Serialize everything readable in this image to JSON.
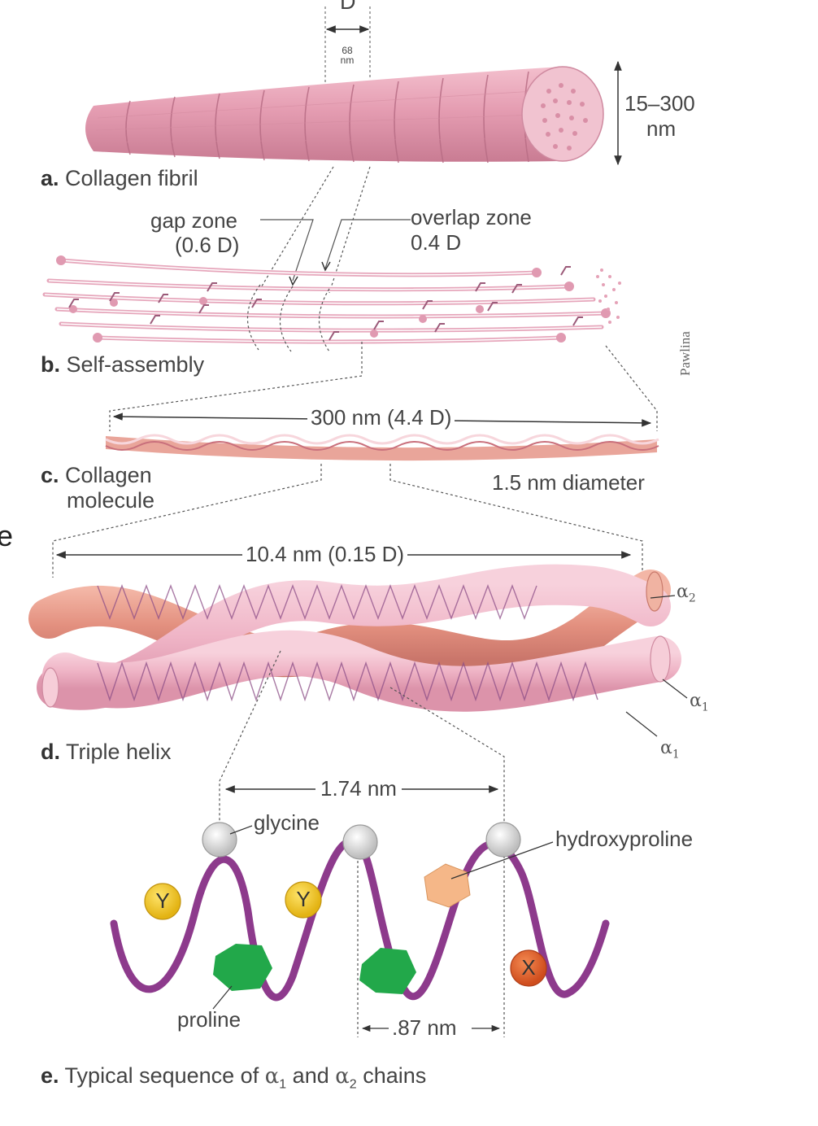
{
  "panels": {
    "a": {
      "letter": "a.",
      "title": "Collagen fibril"
    },
    "b": {
      "letter": "b.",
      "title": "Self-assembly"
    },
    "c": {
      "letter": "c.",
      "title_line1": "Collagen",
      "title_line2": "molecule"
    },
    "d": {
      "letter": "d.",
      "title": "Triple helix"
    },
    "e": {
      "letter": "e.",
      "title_pre": "Typical sequence of ",
      "alpha": "α",
      "sub1": "1",
      "and": " and ",
      "sub2": "2",
      "title_post": " chains"
    }
  },
  "labels": {
    "period": "D",
    "period_top": "68",
    "period_bottom": "nm",
    "diameter_line1": "15–300",
    "diameter_line2": "nm",
    "gap_zone_line1": "gap zone",
    "gap_zone_line2": "(0.6 D)",
    "overlap_zone_line1": "overlap zone",
    "overlap_zone_line2": "0.4 D",
    "credit": "Pawlina",
    "molecule_length": "300 nm (4.4 D)",
    "molecule_diameter": "1.5 nm diameter",
    "helix_length": "10.4 nm (0.15 D)",
    "chain_alpha": "α",
    "chain_a2": "2",
    "chain_a1": "1",
    "glycine_spacing": "1.74 nm",
    "residue_spacing": ".87 nm",
    "glycine": "glycine",
    "hydroxyproline": "hydroxyproline",
    "proline": "proline",
    "residue_y": "Y",
    "residue_x": "X",
    "edge_glyph": "e"
  },
  "colors": {
    "fibril": "#e39aaf",
    "alpha1_chain": "#f1bacb",
    "alpha2_chain": "#e79588",
    "peptide_chain": "#8d3a8c",
    "glycine": "#d9d9d9",
    "proline": "#21a94a",
    "hydroxyproline": "#f3b281",
    "residue_y": "#f2cc2c",
    "residue_x": "#e0622d"
  }
}
